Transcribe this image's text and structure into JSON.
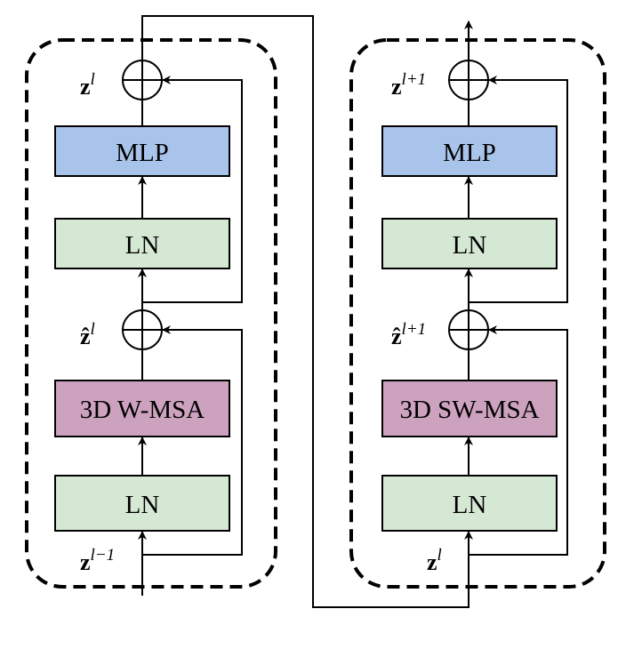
{
  "colors": {
    "mlp_fill": "#a9c4eb",
    "ln_fill": "#d5e8d4",
    "msa_fill": "#cda2be",
    "line": "#000000"
  },
  "left_block": {
    "blocks": {
      "mlp": "MLP",
      "ln_top": "LN",
      "msa": "3D W-MSA",
      "ln_bottom": "LN"
    },
    "vars": {
      "z_out": {
        "base": "z",
        "sup": "l"
      },
      "z_hat": {
        "base": "ẑ",
        "sup": "l"
      },
      "z_in": {
        "base": "z",
        "sup": "l−1"
      }
    }
  },
  "right_block": {
    "blocks": {
      "mlp": "MLP",
      "ln_top": "LN",
      "msa": "3D SW-MSA",
      "ln_bottom": "LN"
    },
    "vars": {
      "z_out": {
        "base": "z",
        "sup": "l+1"
      },
      "z_hat": {
        "base": "ẑ",
        "sup": "l+1"
      },
      "z_in": {
        "base": "z",
        "sup": "l"
      }
    }
  }
}
